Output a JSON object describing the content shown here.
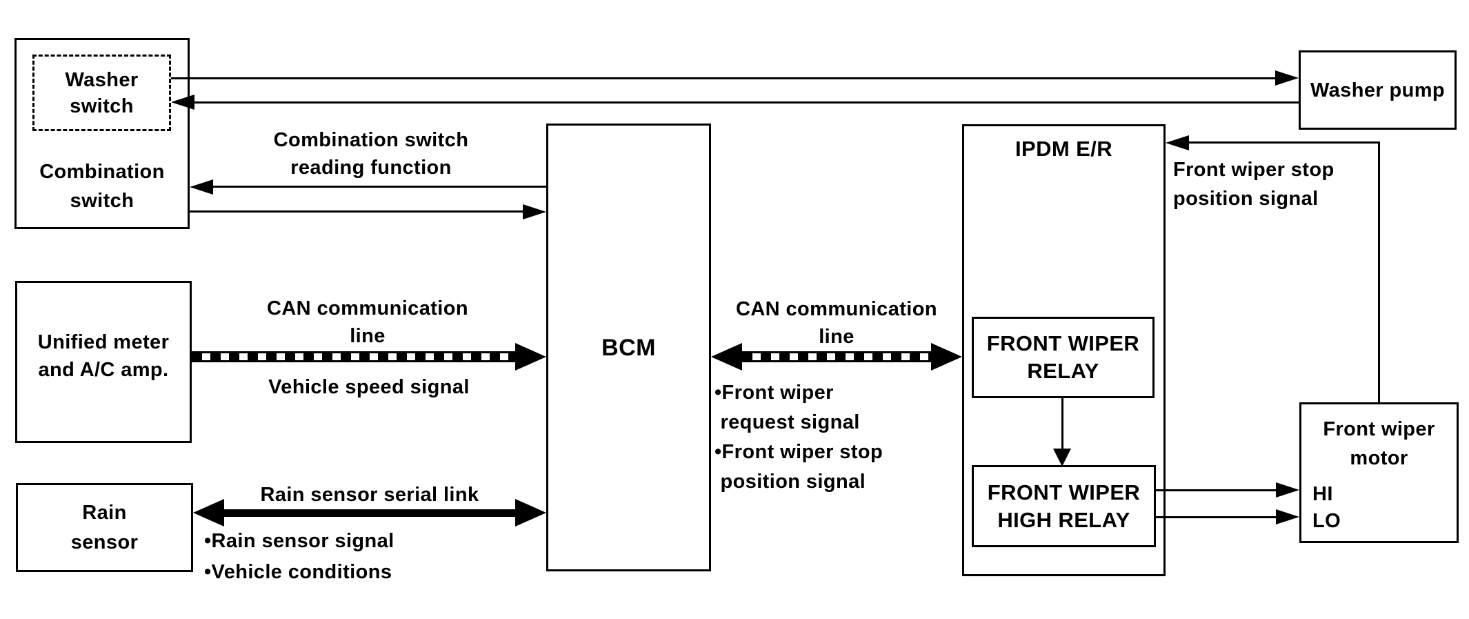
{
  "colors": {
    "line": "#000000",
    "background": "#ffffff"
  },
  "nodes": {
    "combination_switch": "Combination\nswitch",
    "washer_switch": "Washer\nswitch",
    "unified_meter": "Unified meter\nand A/C amp.",
    "rain_sensor": "Rain\nsensor",
    "bcm": "BCM",
    "ipdm": "IPDM E/R",
    "front_wiper_relay": "FRONT WIPER\nRELAY",
    "front_wiper_high_relay": "FRONT WIPER\nHIGH RELAY",
    "front_wiper_motor": "Front wiper\nmotor",
    "motor_terminal_hi": "HI",
    "motor_terminal_lo": "LO",
    "washer_pump": "Washer pump"
  },
  "labels": {
    "combination_switch_reading": "Combination switch\nreading function",
    "can_line_left_title": "CAN communication\nline",
    "vehicle_speed_signal": "Vehicle speed signal",
    "rain_sensor_serial_link": "Rain sensor serial link",
    "rain_sensor_bullets": "•Rain sensor signal\n•Vehicle conditions",
    "can_line_right_title": "CAN communication\nline",
    "can_line_right_bullets": "•Front wiper\n request signal\n•Front wiper stop\n position signal",
    "front_wiper_stop_position": "Front wiper stop\nposition signal"
  }
}
